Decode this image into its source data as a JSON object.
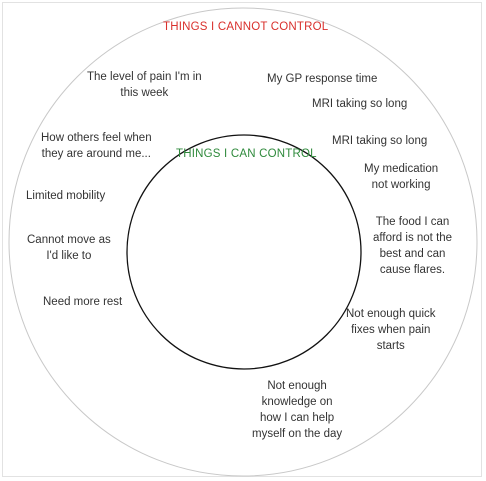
{
  "diagram": {
    "outer_title": "THINGS I CANNOT CONTROL",
    "inner_title": "THINGS I CAN CONTROL",
    "colors": {
      "outer_title": "#d9302c",
      "inner_title": "#2f8a3c",
      "outer_ring": "#c8c8c8",
      "inner_ring": "#111111",
      "text": "#333333"
    },
    "items": [
      {
        "lines": [
          "The level of pain I'm  in",
          "this week"
        ]
      },
      {
        "lines": [
          "My GP response time"
        ]
      },
      {
        "lines": [
          "MRI taking so long"
        ]
      },
      {
        "lines": [
          "How others feel when",
          "they are around me..."
        ]
      },
      {
        "lines": [
          "MRI taking so long"
        ]
      },
      {
        "lines": [
          "My medication",
          "not working"
        ]
      },
      {
        "lines": [
          "Limited mobility"
        ]
      },
      {
        "lines": [
          "The food I can",
          "afford is not the",
          "best and can",
          "cause flares."
        ]
      },
      {
        "lines": [
          "Cannot move as",
          "I'd like to"
        ]
      },
      {
        "lines": [
          "Need more rest"
        ]
      },
      {
        "lines": [
          "Not enough quick",
          "fixes when pain",
          "starts"
        ]
      },
      {
        "lines": [
          "Not enough",
          "knowledge on",
          "how I can help",
          "myself on the day"
        ]
      }
    ]
  }
}
